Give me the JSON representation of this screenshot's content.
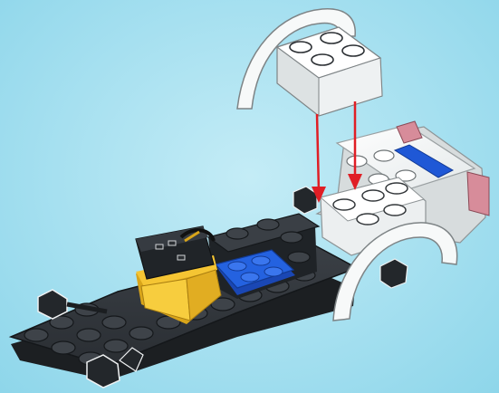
{
  "scene": {
    "type": "building-instruction-step",
    "background_color": "#a9e2f1",
    "part_colors": {
      "black": "#2b2f33",
      "white": "#f4f6f6",
      "yellow": "#f4c531",
      "blue": "#1f58d6",
      "pink": "#d78c9a",
      "arrow_red": "#e01e25"
    },
    "arrows": 2,
    "icons": [
      "lego-brick-2x2-white",
      "mudguard-arch-white",
      "car-chassis-black",
      "down-arrow-red",
      "wheel-axle-connector"
    ]
  }
}
